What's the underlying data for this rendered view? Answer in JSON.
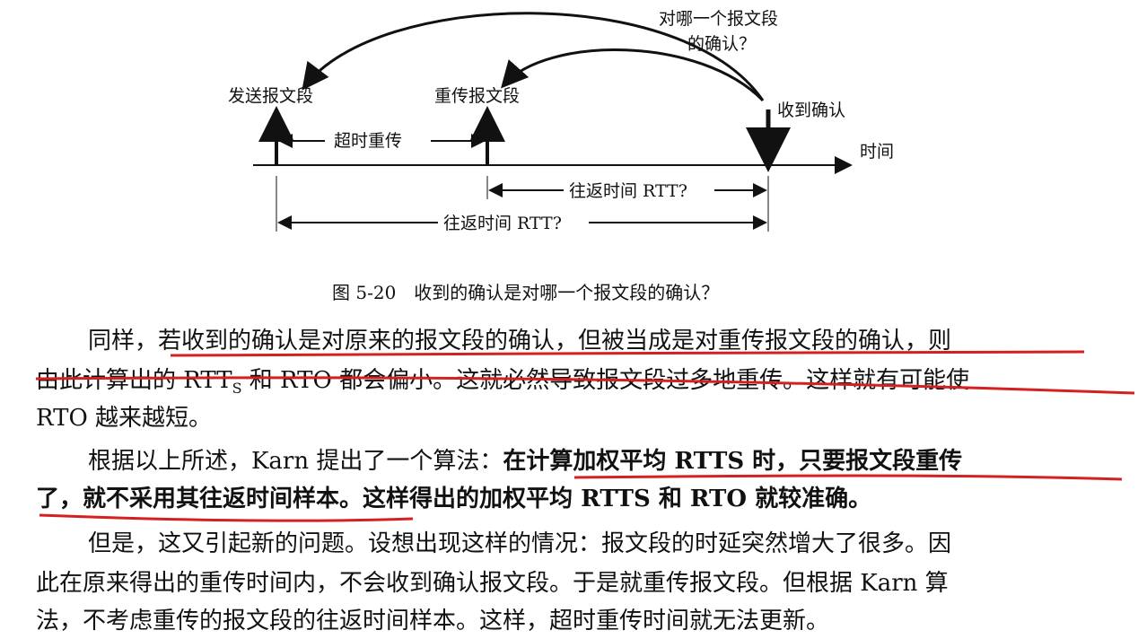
{
  "figure": {
    "labels": {
      "question": "对哪一个报文段",
      "question2": "的确认？",
      "send": "发送报文段",
      "resend": "重传报文段",
      "receive": "收到确认",
      "time": "时间",
      "timeout": "超时重传",
      "rtt_short": "往返时间 RTT?",
      "rtt_long": "往返时间 RTT?"
    },
    "caption": "图 5-20　收到的确认是对哪一个报文段的确认？"
  },
  "text": {
    "l1_a": "同样，",
    "l1_b": "若收到的确认是对原来的报文段的确认，但被当成是对重传报文段的确认，",
    "l1_c": "则",
    "l2_a": "由此计算出的 RTT",
    "l2_sub": "S",
    "l2_b": " 和 RTO 都会偏小。这就必然导致报文段过多地重传。这样就有可能使",
    "l3": "RTO 越来越短。",
    "l4_a": "根据以上所述，Karn 提出了一个算法：",
    "l4_b": "在计算加权平均 RTTS 时，只要报文段重传",
    "l5_a": "了，就不采用其往返时间样本。",
    "l5_b": "这样得出的加权平均 RTTS 和 RTO 就较准确。",
    "l6": "但是，这又引起新的问题。设想出现这样的情况：报文段的时延突然增大了很多。因",
    "l7": "此在原来得出的重传时间内，不会收到确认报文段。于是就重传报文段。但根据 Karn 算",
    "l8": "法，不考虑重传的报文段的往返时间样本。这样，超时重传时间就无法更新。"
  },
  "colors": {
    "underline": "#d42020",
    "ink": "#111111"
  }
}
